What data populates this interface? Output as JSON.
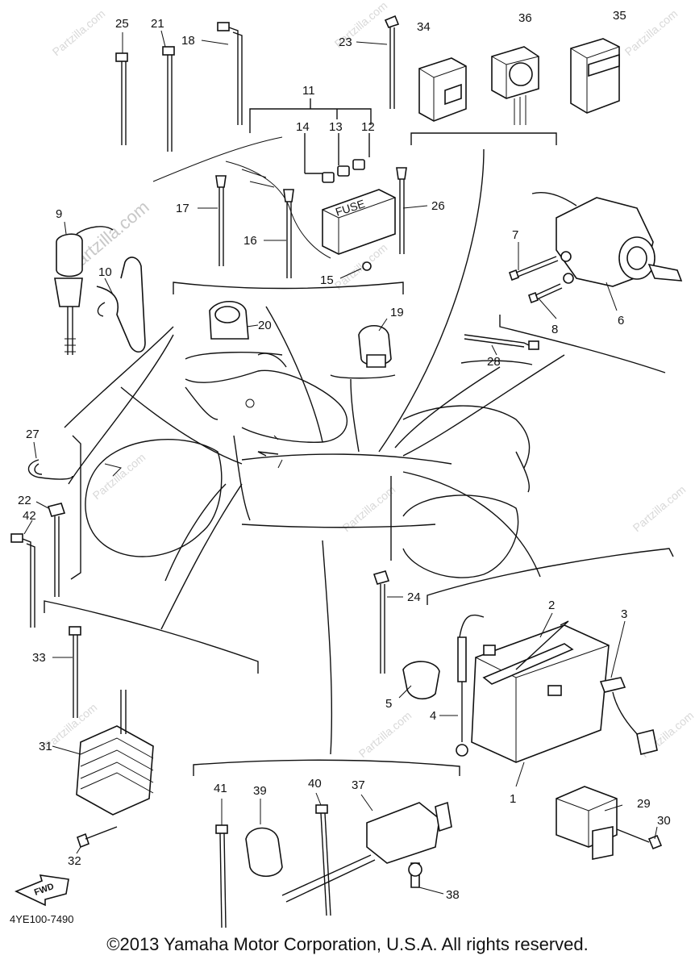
{
  "diagram": {
    "parts": [
      "1",
      "2",
      "3",
      "4",
      "5",
      "6",
      "7",
      "8",
      "9",
      "10",
      "11",
      "12",
      "13",
      "14",
      "15",
      "16",
      "17",
      "18",
      "19",
      "20",
      "21",
      "22",
      "23",
      "24",
      "25",
      "26",
      "27",
      "28",
      "29",
      "30",
      "31",
      "32",
      "33",
      "34",
      "35",
      "36",
      "37",
      "38",
      "39",
      "40",
      "41",
      "42"
    ],
    "fuse_label": "FUSE",
    "fwd_label": "FWD",
    "diagram_code": "4YE100-7490",
    "watermark": "Partzilla.com",
    "copyright": "©2013 Yamaha Motor Corporation, U.S.A. All rights reserved."
  }
}
